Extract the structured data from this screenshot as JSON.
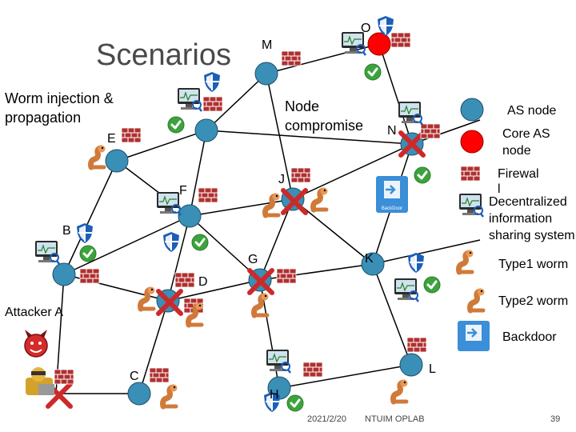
{
  "slide": {
    "title": "Scenarios",
    "subtitle_line1": "Worm injection &",
    "subtitle_line2": "propagation",
    "center_label_line1": "Node",
    "center_label_line2": "compromise",
    "attacker_label": "Attacker A",
    "footer": {
      "date": "2021/2/20",
      "org": "NTUIM OPLAB",
      "page": "39"
    }
  },
  "node_labels": {
    "O": "O",
    "M": "M",
    "N": "N",
    "E": "E",
    "J": "J",
    "F": "F",
    "B": "B",
    "G": "G",
    "K": "K",
    "D": "D",
    "C": "C",
    "H": "H",
    "L": "L"
  },
  "legend": {
    "as_node": "AS node",
    "core_line1": "Core  AS",
    "core_line2": "node",
    "firewall_line1": "Firewal",
    "firewall_line2": "l",
    "dis_line1": "Decentralized",
    "dis_line2": "information",
    "dis_line3": "sharing system",
    "type1": "Type1 worm",
    "type2": "Type2 worm",
    "backdoor": "Backdoor",
    "backdoor_icon_text": "BackDoor"
  },
  "colors": {
    "as_node": "#3a8fb7",
    "core_node": "#ff0000",
    "firewall": "#b03030",
    "shield": "#1c5fb8",
    "check": "#3ca33c",
    "worm": "#d07a3a",
    "compromised_x": "#cc2a2a",
    "backdoor": "#3b8ed8"
  }
}
